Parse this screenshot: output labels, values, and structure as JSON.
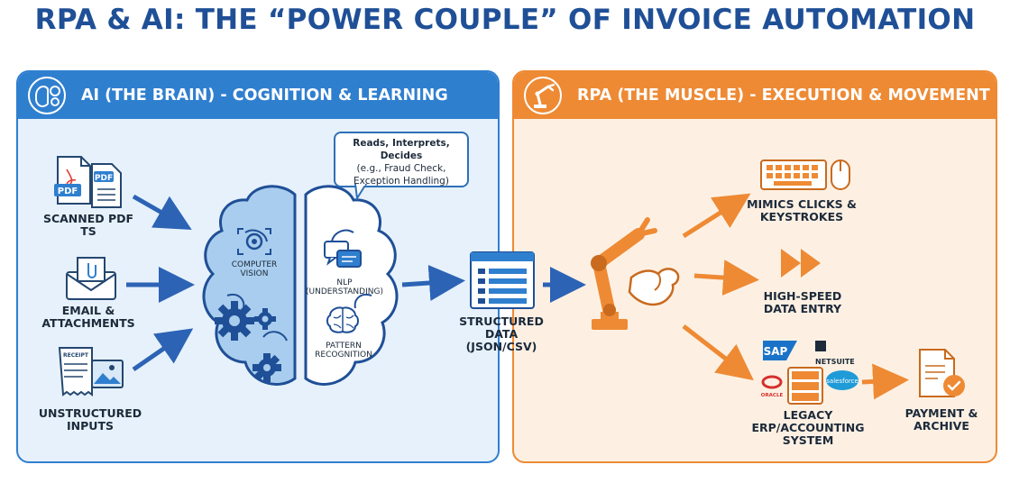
{
  "title": "RPA & AI: THE “POWER COUPLE” OF INVOICE AUTOMATION",
  "ai_panel": {
    "header": "AI (THE BRAIN) - COGNITION & LEARNING",
    "inputs": [
      {
        "label": "SCANNED PDF TS",
        "icon": "pdf-files-icon",
        "badge": "PDF"
      },
      {
        "label": "EMAIL & ATTACHMENTS",
        "icon": "email-attachment-icon"
      },
      {
        "label": "UNSTRUCTURED INPUTS",
        "icon": "receipt-image-icon",
        "badge": "RECEIPT"
      }
    ],
    "callout": {
      "title": "Reads, Interprets, Decides",
      "detail": "(e.g., Fraud Check, Exception Handling)"
    },
    "brain_modules": [
      {
        "label": "COMPUTER VISION",
        "icon": "camera-icon"
      },
      {
        "label": "NLP (UNDERSTANDING)",
        "icon": "chat-bubbles-icon"
      },
      {
        "label": "PATTERN RECOGNITION",
        "icon": "brain-icon"
      }
    ],
    "output": {
      "label": "STRUCTURED DATA (JSON/CSV)",
      "icon": "data-table-icon"
    }
  },
  "rpa_panel": {
    "header": "RPA (THE MUSCLE) - EXECUTION & MOVEMENT",
    "actions": [
      {
        "label": "MIMICS CLICKS & KEYSTROKES",
        "icon": "keyboard-mouse-icon"
      },
      {
        "label": "HIGH-SPEED DATA ENTRY",
        "icon": "fast-forward-icon"
      },
      {
        "label": "LEGACY ERP/ACCOUNTING SYSTEM",
        "icon": "erp-server-icon",
        "logos": [
          "SAP",
          "NETSUITE",
          "ORACLE",
          "salesforce"
        ]
      }
    ],
    "final": {
      "label": "PAYMENT & ARCHIVE",
      "icon": "document-check-icon"
    }
  },
  "colors": {
    "title": "#1f4f96",
    "ai_accent": "#2f7fcf",
    "ai_bg": "#e6f1fb",
    "rpa_accent": "#ee8a34",
    "rpa_bg": "#fdf0e3",
    "arrow_blue": "#2c63b5",
    "arrow_orange": "#ee8a34"
  }
}
